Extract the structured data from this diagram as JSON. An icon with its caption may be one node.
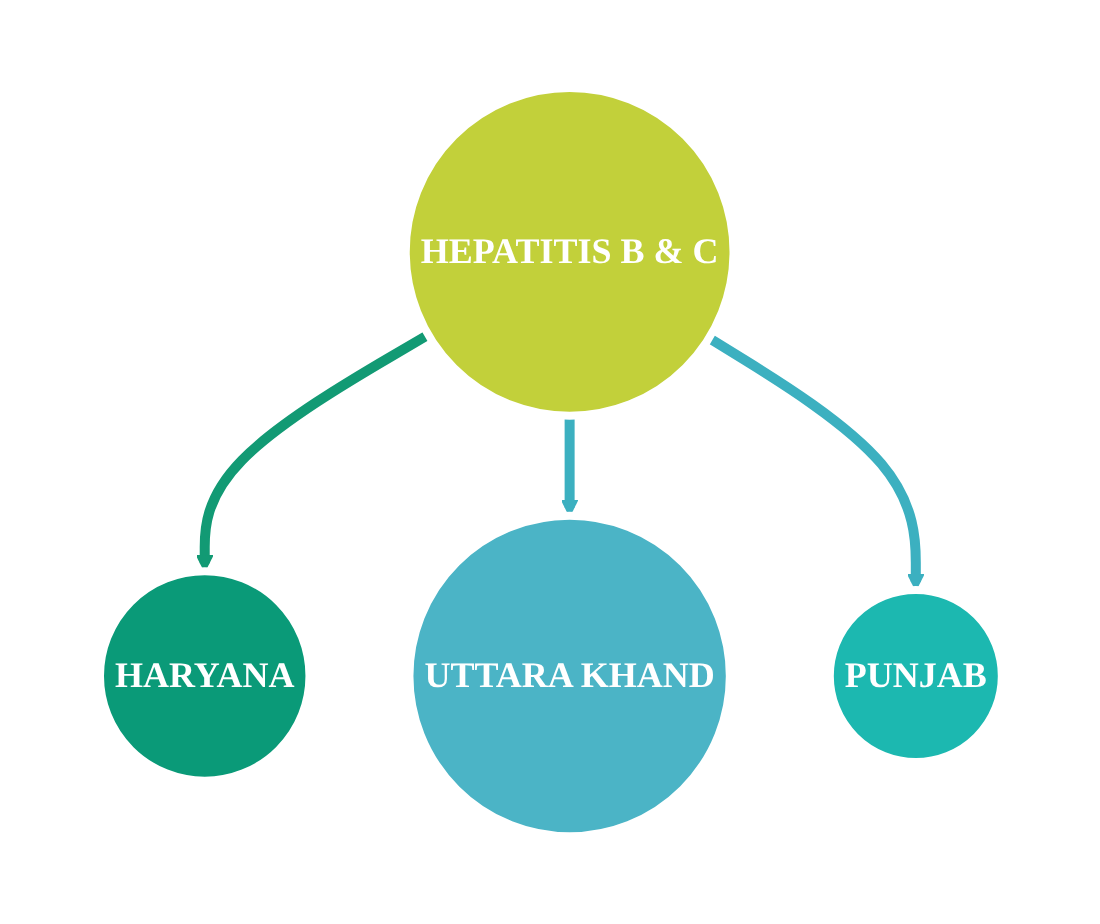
{
  "diagram": {
    "nodes": [
      {
        "text": [
          "HARYANA"
        ]
      },
      {
        "text": [
          "HEPATITIS B & C"
        ]
      },
      {
        "text": [
          "UTTARA KHAND"
        ]
      },
      {
        "text": [
          "PUNJAB"
        ]
      }
    ],
    "edges": [
      {
        "from": 1,
        "to": 0,
        "arrow": "to",
        "color": "#129a74"
      },
      {
        "from": 1,
        "to": 2,
        "arrow": "to"
      },
      {
        "from": 1,
        "to": 3,
        "arrow": "to"
      }
    ]
  }
}
